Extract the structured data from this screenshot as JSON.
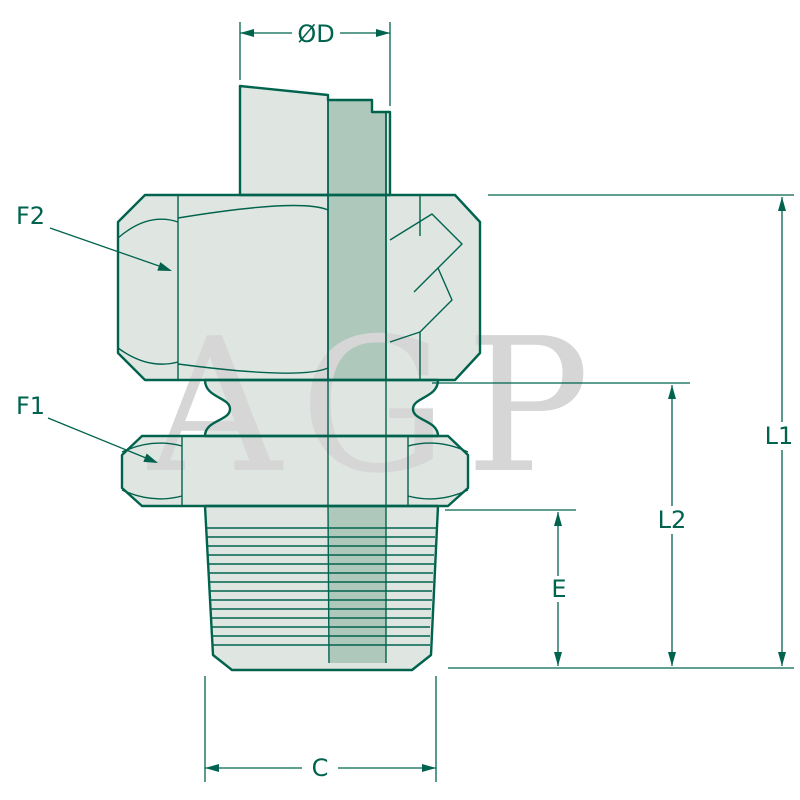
{
  "diagram": {
    "watermark": "AGP",
    "labels": {
      "od": "ØD",
      "f2": "F2",
      "f1": "F1",
      "l1": "L1",
      "l2": "L2",
      "e": "E",
      "c": "C"
    }
  },
  "colors": {
    "line": "#00634d",
    "body": "#dfe6e2",
    "section": "#aec8bb",
    "watermark": "#d6d6d6",
    "background": "#ffffff"
  }
}
